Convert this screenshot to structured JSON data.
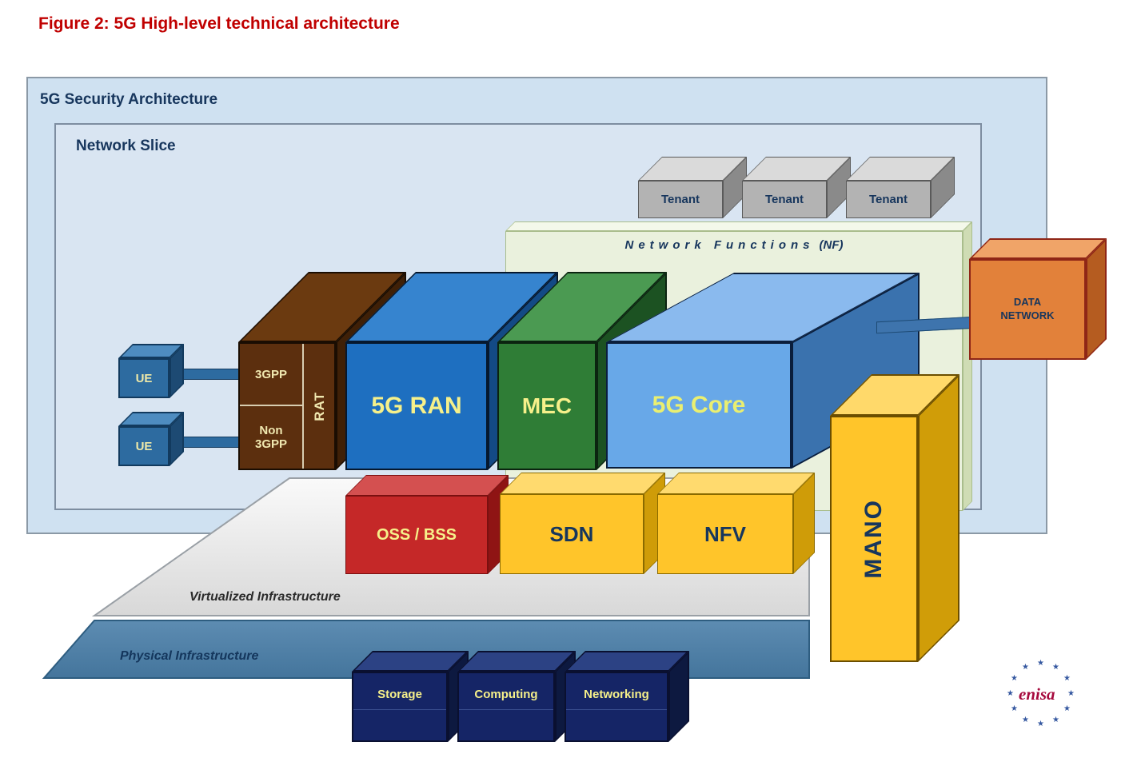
{
  "title": "Figure 2: 5G High-level technical architecture",
  "outer": {
    "label": "5G Security Architecture"
  },
  "slice": {
    "label": "Network Slice"
  },
  "tenants": [
    "Tenant",
    "Tenant",
    "Tenant"
  ],
  "nf": {
    "label": "Network Functions",
    "suffix": "(NF)"
  },
  "ue": {
    "ue1": "UE",
    "ue2": "UE"
  },
  "access": {
    "top": "3GPP",
    "bottom": "Non 3GPP",
    "side": "RAT"
  },
  "boxes": {
    "ran": "5G RAN",
    "mec": "MEC",
    "core": "5G Core",
    "oss": "OSS / BSS",
    "sdn": "SDN",
    "nfv": "NFV",
    "mano": "MANO",
    "data_network": "DATA NETWORK"
  },
  "layers": {
    "virtualized": "Virtualized Infrastructure",
    "physical": "Physical Infrastructure"
  },
  "resources": [
    "Storage",
    "Computing",
    "Networking"
  ],
  "logo": {
    "text": "enisa",
    "star_glyph": "★"
  },
  "colors": {
    "title_red": "#c00000",
    "security_bg": "#cfe1f1",
    "slice_bg": "#d9e5f2",
    "nf_green": "#eaf1dd",
    "tenant_gray": "#b3b3b3",
    "ue_blue": "#2d6ba0",
    "access_brown": "#5c2f0e",
    "ran_blue": "#1e6fc0",
    "mec_green": "#2f7d36",
    "core_blue": "#68a8e8",
    "data_network_orange": "#e2813a",
    "oss_red": "#c52828",
    "sdn_nfv_mano_yellow": "#ffc52a",
    "physical_blue": "#4d7fa6",
    "resource_navy": "#152566",
    "text_yellow": "#f6f08a",
    "text_navy": "#17365d",
    "enisa_red": "#a6093d"
  }
}
